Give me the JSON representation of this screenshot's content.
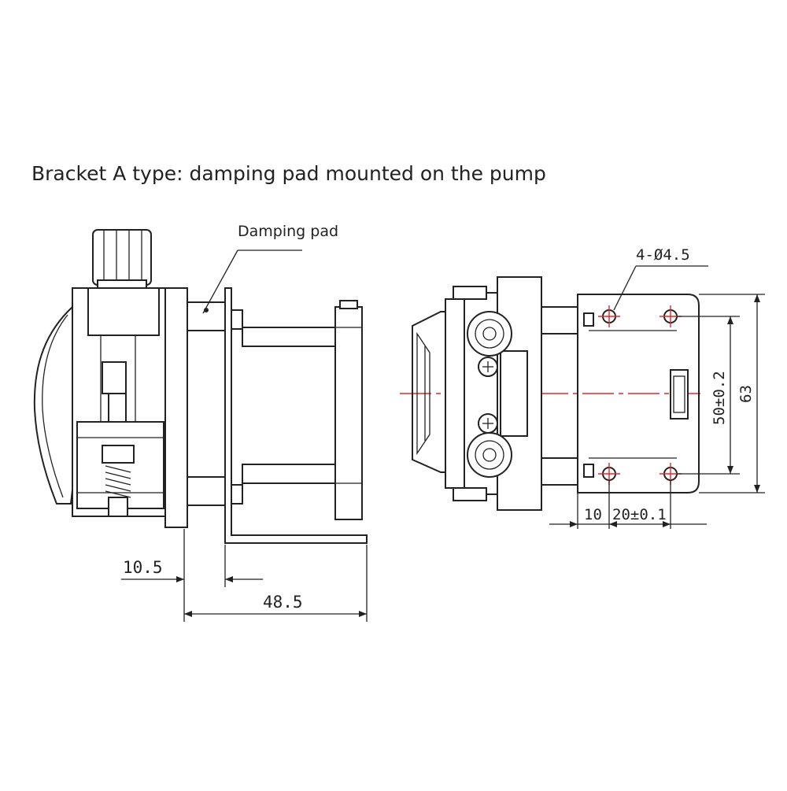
{
  "diagram": {
    "title": "Bracket A type: damping pad mounted on the pump",
    "callout_label": "Damping pad",
    "dims": {
      "d1": "10.5",
      "d2": "48.5",
      "holes": "4-Ø4.5",
      "v_inner": "50±0.2",
      "v_outer": "63",
      "h_left": "10",
      "h_right": "20±0.1"
    },
    "colors": {
      "line": "#222222",
      "centerline": "#e8262a"
    }
  }
}
